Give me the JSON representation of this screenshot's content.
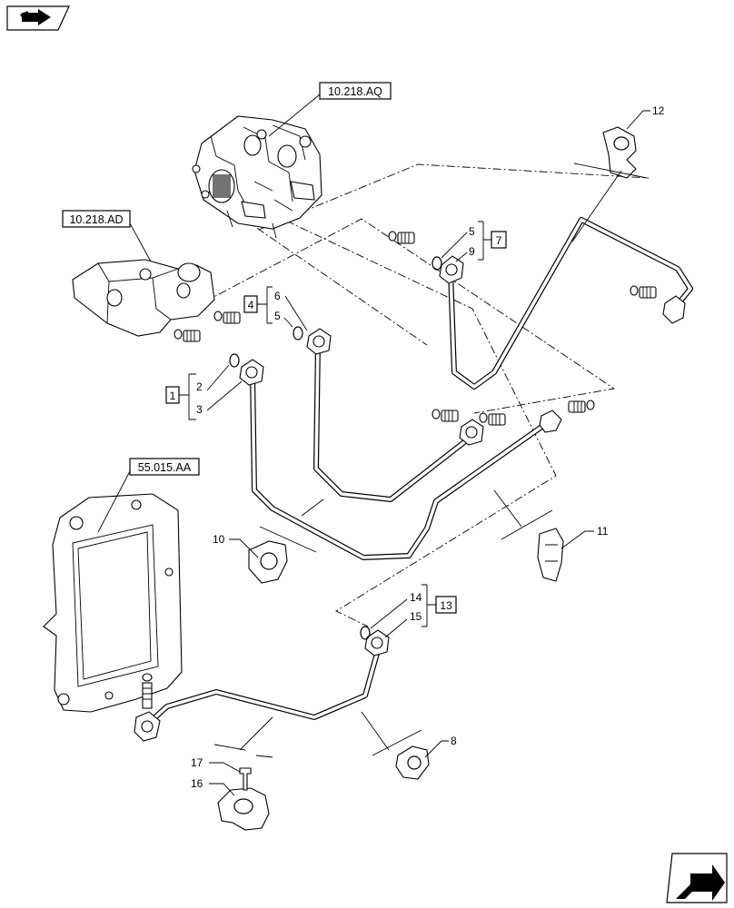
{
  "references": {
    "injection_pump": "10.218.AQ",
    "fuel_filter_head": "10.218.AD",
    "ecu": "55.015.AA"
  },
  "callouts": {
    "c1": "1",
    "c2": "2",
    "c3": "3",
    "c4": "4",
    "c5a": "5",
    "c5b": "5",
    "c6": "6",
    "c7": "7",
    "c8": "8",
    "c9": "9",
    "c10": "10",
    "c11": "11",
    "c12": "12",
    "c13": "13",
    "c14": "14",
    "c15": "15",
    "c16": "16",
    "c17": "17"
  },
  "icons": {
    "top_left": "arrow-icon",
    "bottom_right": "next-page-arrow-icon"
  }
}
